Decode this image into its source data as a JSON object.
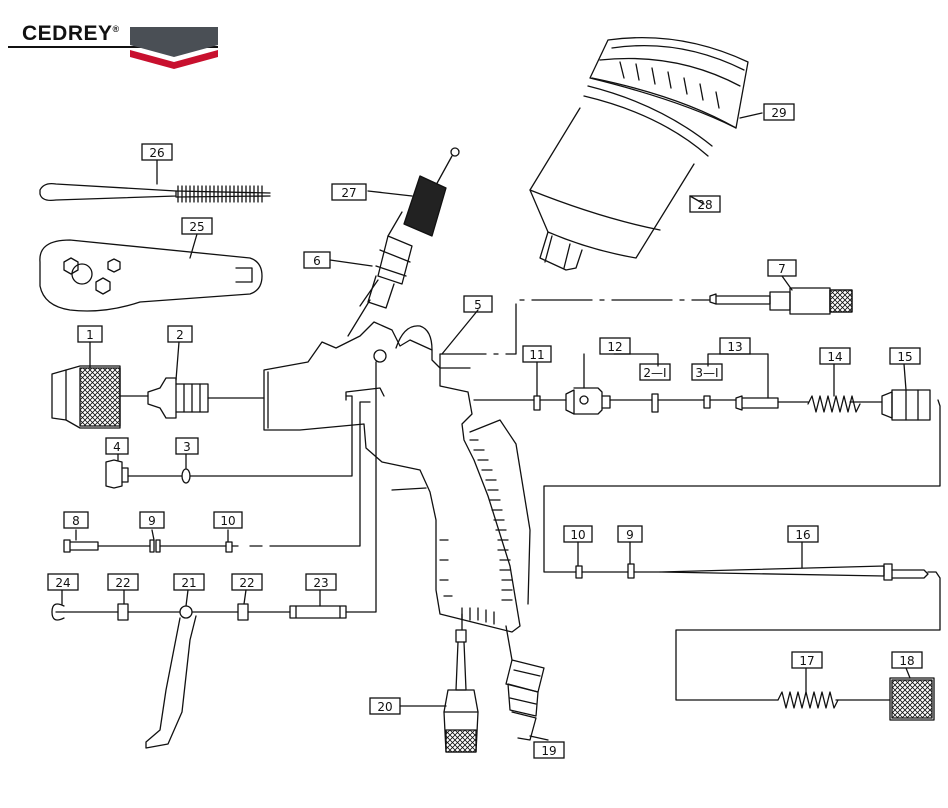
{
  "brand": {
    "name": "CEDREY",
    "mark": "®",
    "colors": {
      "gray": "#4a4f55",
      "red": "#c8102e",
      "ink": "#111111"
    }
  },
  "callouts": [
    {
      "id": "1",
      "label": "1"
    },
    {
      "id": "2",
      "label": "2"
    },
    {
      "id": "3",
      "label": "3"
    },
    {
      "id": "4",
      "label": "4"
    },
    {
      "id": "5",
      "label": "5"
    },
    {
      "id": "6",
      "label": "6"
    },
    {
      "id": "7",
      "label": "7"
    },
    {
      "id": "8",
      "label": "8"
    },
    {
      "id": "9a",
      "label": "9"
    },
    {
      "id": "9b",
      "label": "9"
    },
    {
      "id": "10a",
      "label": "10"
    },
    {
      "id": "10b",
      "label": "10"
    },
    {
      "id": "11",
      "label": "11"
    },
    {
      "id": "12",
      "label": "12"
    },
    {
      "id": "12s",
      "label": "2—I"
    },
    {
      "id": "13",
      "label": "13"
    },
    {
      "id": "13s",
      "label": "3—I"
    },
    {
      "id": "14",
      "label": "14"
    },
    {
      "id": "15",
      "label": "15"
    },
    {
      "id": "16",
      "label": "16"
    },
    {
      "id": "17",
      "label": "17"
    },
    {
      "id": "18",
      "label": "18"
    },
    {
      "id": "19",
      "label": "19"
    },
    {
      "id": "20",
      "label": "20"
    },
    {
      "id": "21",
      "label": "21"
    },
    {
      "id": "22a",
      "label": "22"
    },
    {
      "id": "22b",
      "label": "22"
    },
    {
      "id": "23",
      "label": "23"
    },
    {
      "id": "24",
      "label": "24"
    },
    {
      "id": "25",
      "label": "25"
    },
    {
      "id": "26",
      "label": "26"
    },
    {
      "id": "27",
      "label": "27"
    },
    {
      "id": "28",
      "label": "28"
    },
    {
      "id": "29",
      "label": "29"
    }
  ]
}
